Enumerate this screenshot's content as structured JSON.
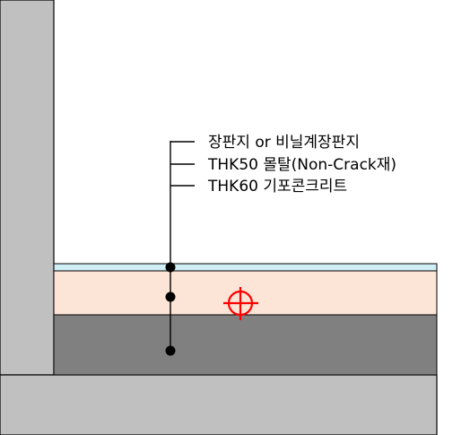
{
  "annotations": {
    "layer_1": "장판지 or 비닐계장판지",
    "layer_2": "THK50 몰탈(Non-Crack재)",
    "layer_3": "THK60 기포콘크리트"
  },
  "colors": {
    "wall_and_slab": "#c0c0c0",
    "floor_finish": "#d0eef6",
    "mortar": "#fce4d6",
    "foam_concrete": "#808080",
    "outline": "#000000",
    "leader": "#000000",
    "target_symbol": "#ff0000"
  },
  "symbols": {
    "center_mark": "crosshair-target-icon"
  }
}
